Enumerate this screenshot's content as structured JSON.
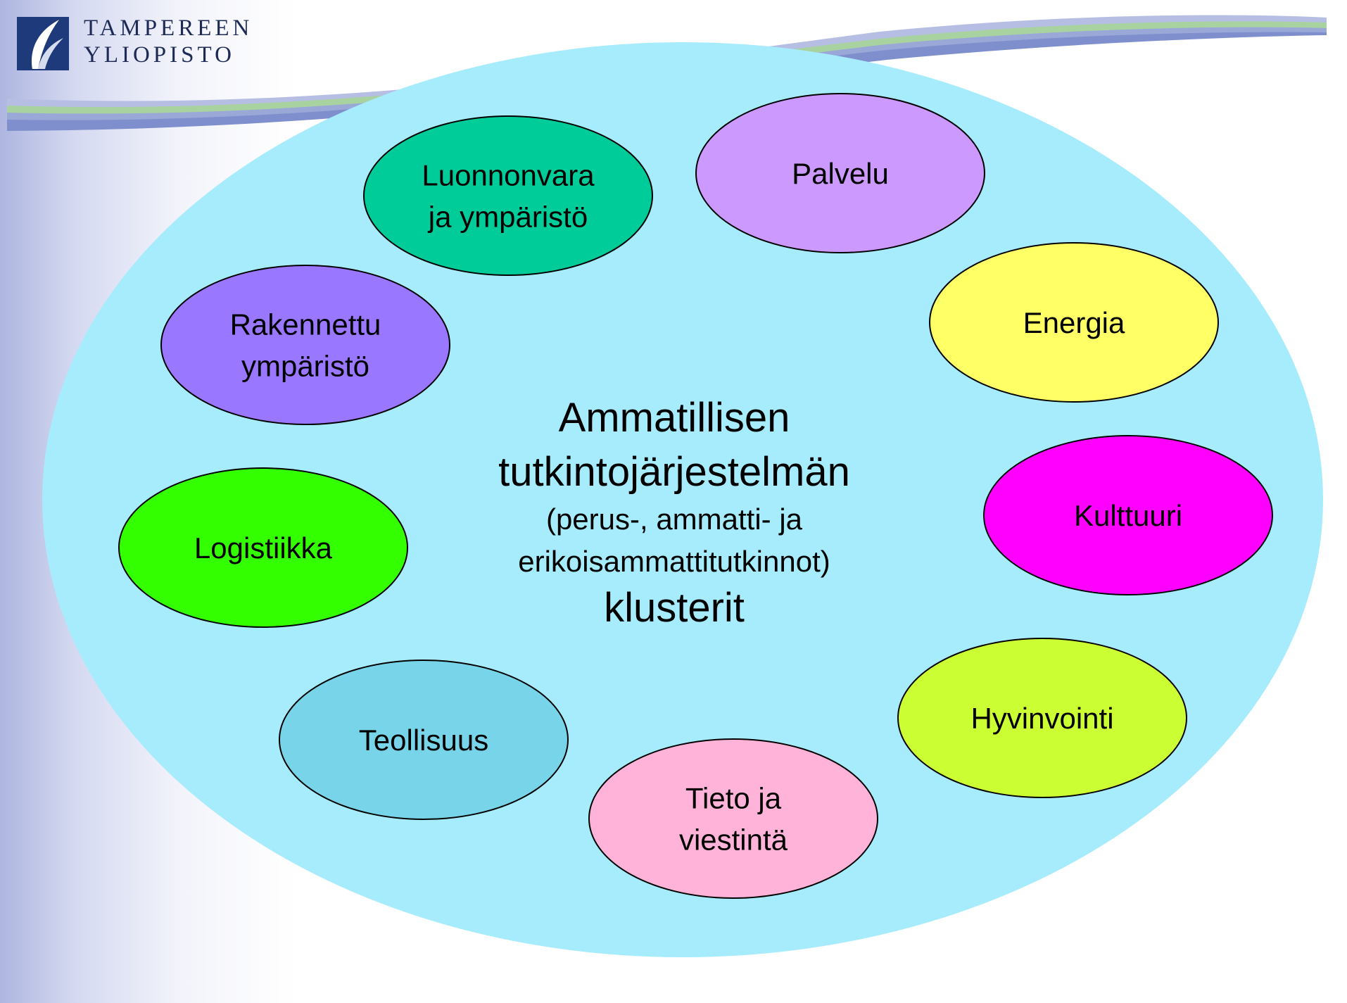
{
  "logo": {
    "line1": "TAMPEREEN",
    "line2": "YLIOPISTO"
  },
  "center": {
    "line1": "Ammatillisen",
    "line2": "tutkintojärjestelmän",
    "line3": "(perus-, ammatti- ja",
    "line4": "erikoisammattitutkinnot)",
    "line5": "klusterit",
    "fill": "#a6ecfc"
  },
  "clusters": [
    {
      "key": "luonnonvara",
      "lines": [
        "Luonnonvara",
        "ja ympäristö"
      ],
      "color": "#00cc99"
    },
    {
      "key": "palvelu",
      "lines": [
        "Palvelu"
      ],
      "color": "#cc99ff"
    },
    {
      "key": "energia",
      "lines": [
        "Energia"
      ],
      "color": "#ffff66"
    },
    {
      "key": "kulttuuri",
      "lines": [
        "Kulttuuri"
      ],
      "color": "#ff00ff"
    },
    {
      "key": "hyvinvointi",
      "lines": [
        "Hyvinvointi"
      ],
      "color": "#ccff33"
    },
    {
      "key": "tieto",
      "lines": [
        "Tieto ja",
        "viestintä"
      ],
      "color": "#ffb3d9"
    },
    {
      "key": "teollisuus",
      "lines": [
        "Teollisuus"
      ],
      "color": "#78d4e8"
    },
    {
      "key": "logistiikka",
      "lines": [
        "Logistiikka"
      ],
      "color": "#33ff00"
    },
    {
      "key": "rakennettu",
      "lines": [
        "Rakennettu",
        "ympäristö"
      ],
      "color": "#9977ff"
    }
  ]
}
